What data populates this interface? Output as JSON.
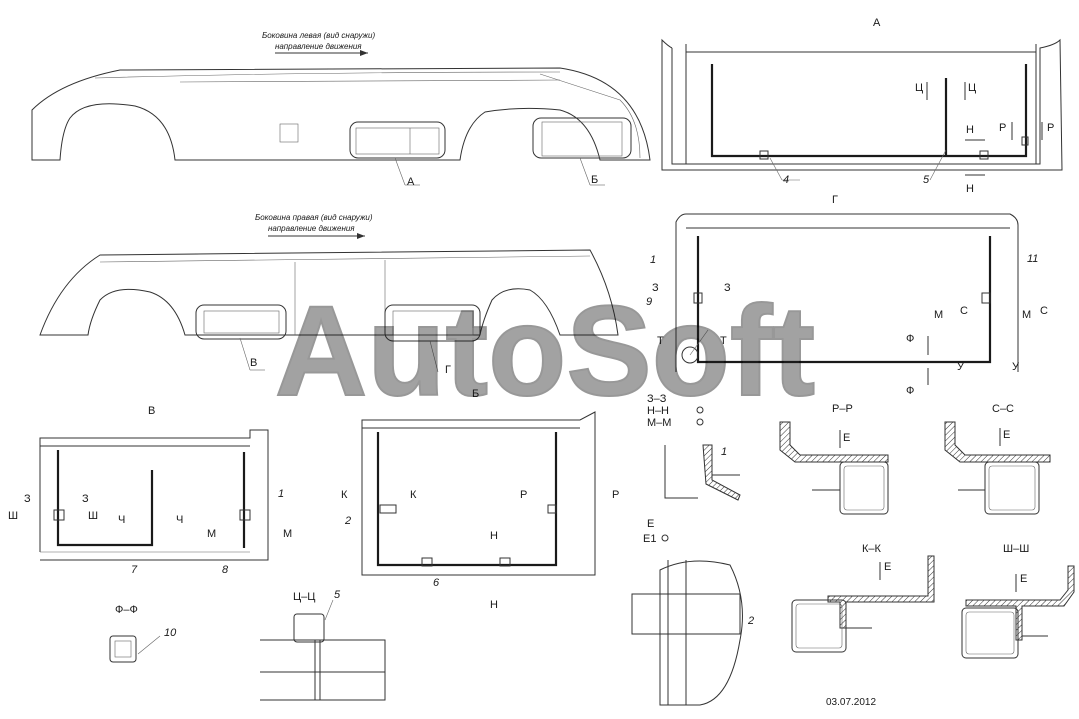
{
  "views": {
    "left_title_line1": "Боковина левая (вид снаружи)",
    "left_title_line2": "направление движения",
    "right_title_line1": "Боковина правая (вид снаружи)",
    "right_title_line2": "направление движения"
  },
  "callouts": {
    "A": "А",
    "B_cyr": "Б",
    "V": "В",
    "G": "Г",
    "E": "Е"
  },
  "section_labels": {
    "ts": "Ц",
    "ts_section": "Ц–Ц",
    "r": "Р",
    "r_section": "Р–Р",
    "n": "Н",
    "z": "З",
    "z_section": "З–З",
    "m": "М",
    "s": "С",
    "s_section": "С–С",
    "k": "К",
    "k_section": "К–К",
    "f": "Ф",
    "f_section": "Ф–Ф",
    "u": "У",
    "t": "Т",
    "sh": "Ш",
    "sh_section": "Ш–Ш",
    "ch": "Ч",
    "n_ring": "Н–Н",
    "m_ring": "М–М",
    "e1_ring": "Е1",
    "e_mark": "Е",
    "e1_mark": "Е",
    "e_sub": "1"
  },
  "part_numbers": [
    "1",
    "2",
    "4",
    "5",
    "6",
    "7",
    "8",
    "9",
    "10",
    "11"
  ],
  "date": "03.07.2012",
  "watermark": "AutoSoft"
}
